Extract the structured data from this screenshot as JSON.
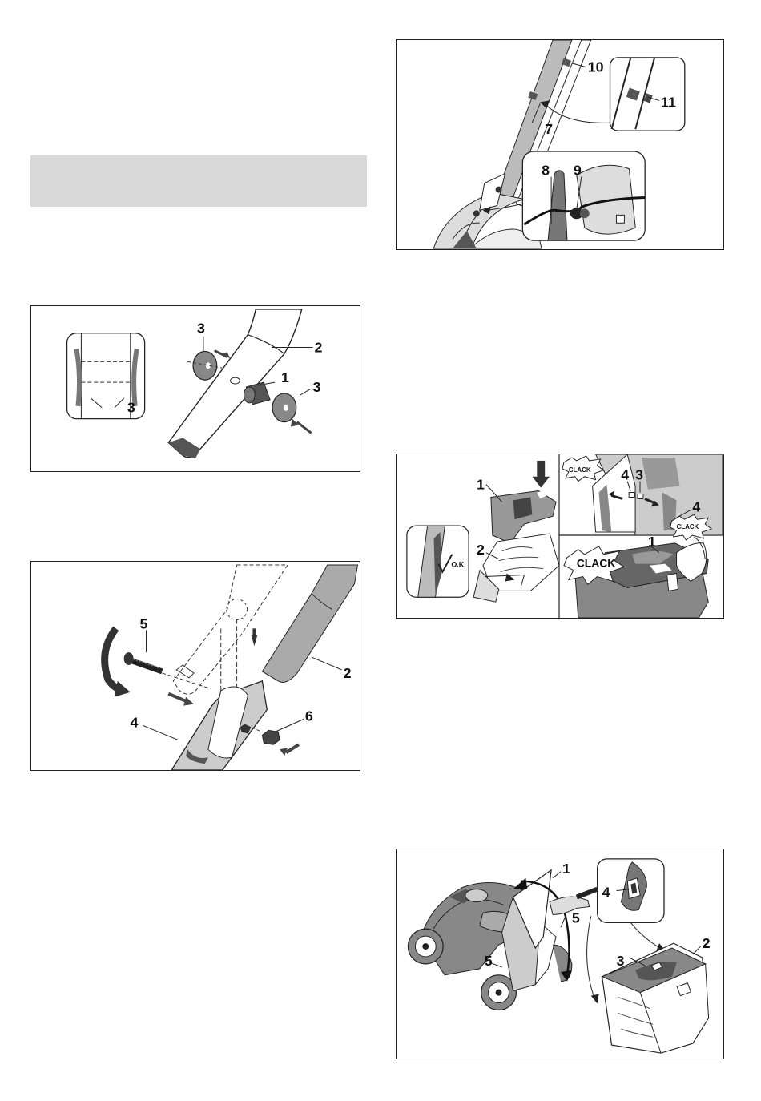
{
  "header_band": {
    "text": ""
  },
  "fig_handle_mount": {
    "callouts": {
      "c1": "1",
      "c2": "2",
      "c3a": "3",
      "c3b": "3",
      "c3inset": "3"
    }
  },
  "fig_bolt_mount": {
    "callouts": {
      "c5": "5",
      "c2": "2",
      "c4": "4",
      "c6": "6"
    }
  },
  "fig_cable_clips": {
    "callouts": {
      "c10": "10",
      "c11": "11",
      "c7": "7",
      "c8": "8",
      "c9": "9"
    }
  },
  "fig_catcher_assembly": {
    "callouts": {
      "c1a": "1",
      "c2": "2",
      "c4a": "4",
      "c3": "3",
      "c4b": "4",
      "c1b": "1"
    },
    "ok_label": "O.K.",
    "clack_small_1": "CLACK",
    "clack_small_2": "CLACK",
    "clack_big": "CLACK"
  },
  "fig_catcher_mount": {
    "callouts": {
      "c1": "1",
      "c4": "4",
      "c5a": "5",
      "c2": "2",
      "c3": "3",
      "c5b": "5"
    }
  }
}
